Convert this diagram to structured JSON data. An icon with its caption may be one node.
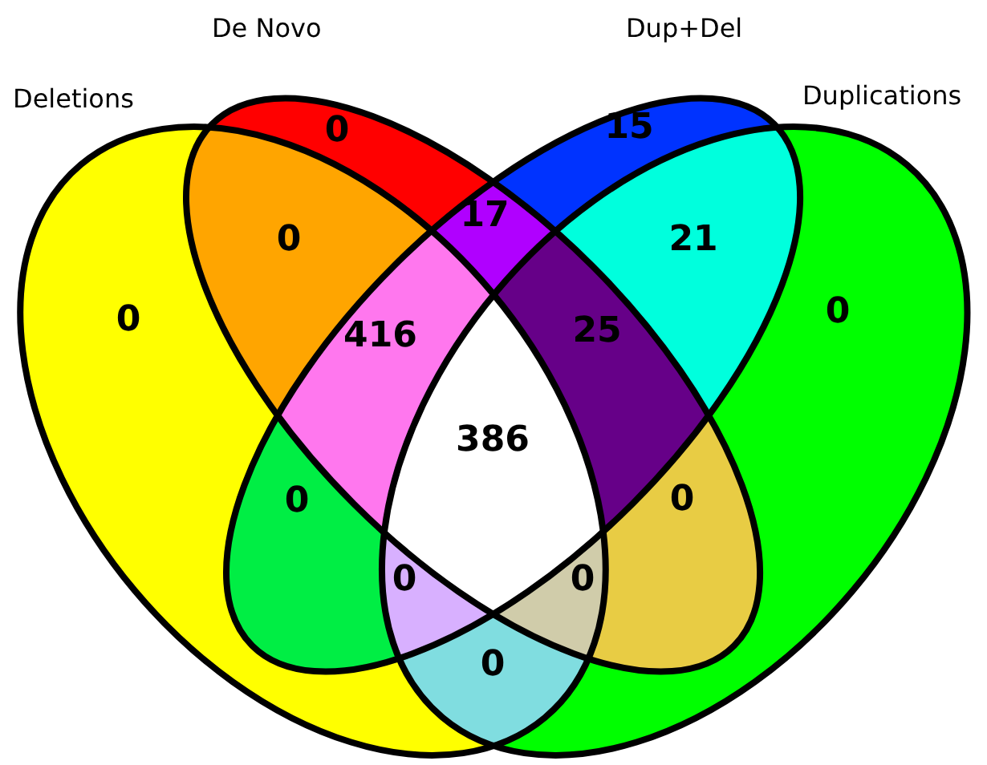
{
  "diagram": {
    "nodes": [
      {
        "text": [
          "Deletions"
        ]
      },
      {
        "text": [
          "De Novo"
        ]
      },
      {
        "text": [
          "Dup+Del"
        ]
      },
      {
        "text": [
          "Duplications"
        ]
      }
    ],
    "labels": [
      "0",
      "15",
      "17",
      "0",
      "21",
      "0",
      "0",
      "25",
      "416",
      "386",
      "0",
      "0",
      "0",
      "0",
      "0"
    ]
  }
}
